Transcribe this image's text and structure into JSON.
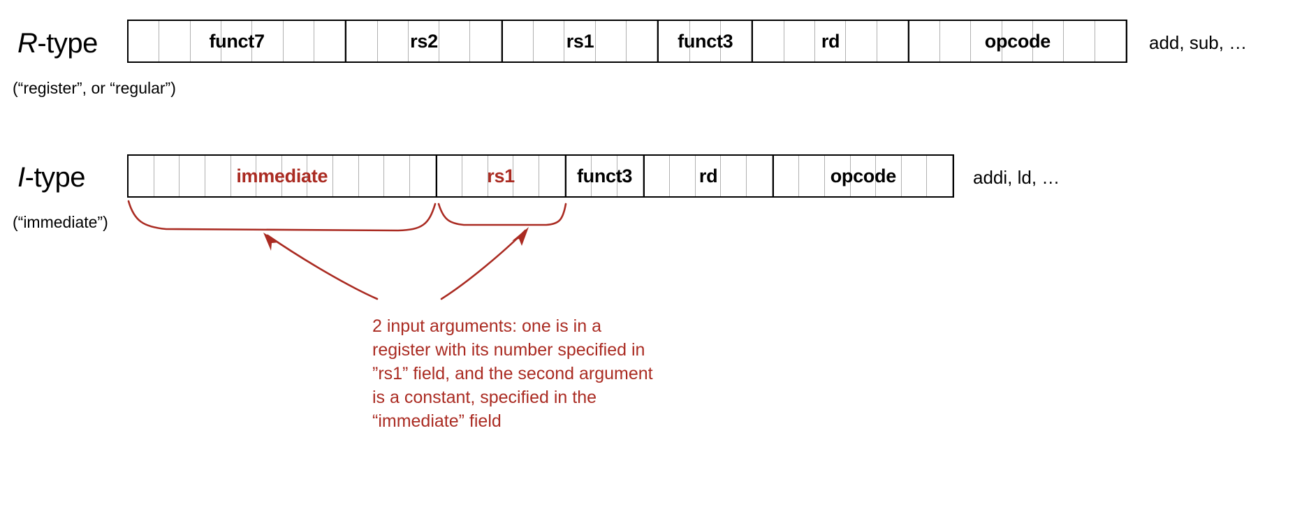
{
  "page": {
    "title": "RISC-V instruction formats: R-type and I-type",
    "background_color": "#ffffff",
    "accent_color": "#aa2b22",
    "text_color": "#000000"
  },
  "rows": [
    {
      "id": "r-type",
      "label_italic": "R",
      "label_rest": "-type",
      "sub_label": "(“register”, or “regular”)",
      "examples": "add, sub, …",
      "fields": [
        {
          "name": "funct7",
          "bits": 7,
          "accent": false
        },
        {
          "name": "rs2",
          "bits": 5,
          "accent": false
        },
        {
          "name": "rs1",
          "bits": 5,
          "accent": false
        },
        {
          "name": "funct3",
          "bits": 3,
          "accent": false
        },
        {
          "name": "rd",
          "bits": 5,
          "accent": false
        },
        {
          "name": "opcode",
          "bits": 7,
          "accent": false
        }
      ]
    },
    {
      "id": "i-type",
      "label_italic": "I",
      "label_rest": "-type",
      "sub_label": "(“immediate”)",
      "examples": "addi, ld, …",
      "fields": [
        {
          "name": "immediate",
          "bits": 12,
          "accent": true
        },
        {
          "name": "rs1",
          "bits": 5,
          "accent": true
        },
        {
          "name": "funct3",
          "bits": 3,
          "accent": false
        },
        {
          "name": "rd",
          "bits": 5,
          "accent": false
        },
        {
          "name": "opcode",
          "bits": 7,
          "accent": false
        }
      ]
    }
  ],
  "annotation": {
    "lines": [
      "2 input arguments: one is in a",
      "register with its number specified in",
      "”rs1” field, and the second argument",
      "is a constant, specified in the",
      "“immediate” field"
    ],
    "text": "2 input arguments: one is in a\nregister with its number specified in\n”rs1” field, and the second argument\nis a constant, specified in the\n“immediate” field"
  }
}
